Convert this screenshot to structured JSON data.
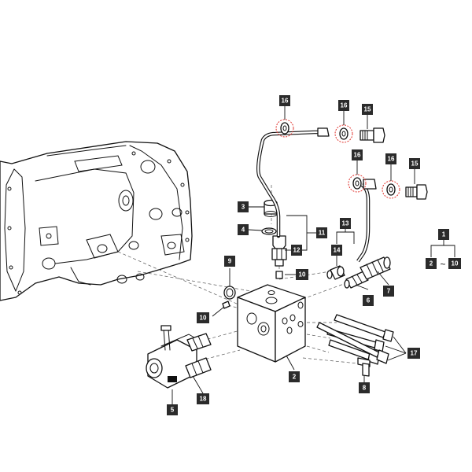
{
  "callouts": {
    "c1": "1",
    "c2": "2",
    "c3": "3",
    "c4": "4",
    "c5": "5",
    "c6": "6",
    "c7": "7",
    "c8": "8",
    "c9": "9",
    "c10a": "10",
    "c10b": "10",
    "c10c": "10",
    "c11": "11",
    "c12": "12",
    "c13": "13",
    "c14": "14",
    "c15a": "15",
    "c15b": "15",
    "c16a": "16",
    "c16b": "16",
    "c16c": "16",
    "c16d": "16",
    "c17": "17",
    "c18": "18",
    "range_sep": "~"
  },
  "colors": {
    "callout_bg": "#2b2b2b",
    "callout_text": "#ffffff",
    "highlight": "#e0302a",
    "line": "#111111"
  }
}
